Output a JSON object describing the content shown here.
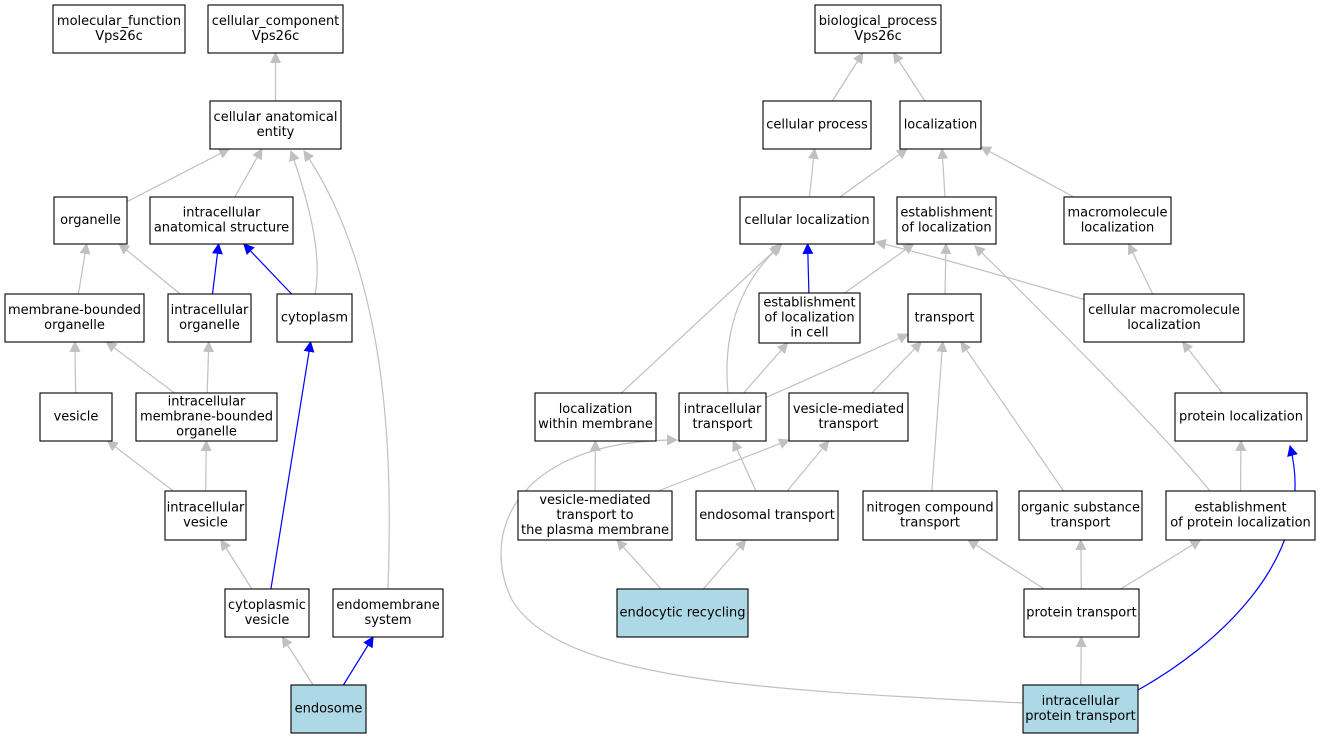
{
  "colors": {
    "background": "#ffffff",
    "node_fill": "#ffffff",
    "highlight_fill": "#add8e6",
    "node_border": "#000000",
    "edge_default": "#c0c0c0",
    "edge_highlight": "#0000ff"
  },
  "nodes": [
    {
      "id": "molecular_function",
      "lines": [
        "molecular_function",
        "Vps26c"
      ],
      "highlighted": false
    },
    {
      "id": "cellular_component",
      "lines": [
        "cellular_component",
        "Vps26c"
      ],
      "highlighted": false
    },
    {
      "id": "biological_process",
      "lines": [
        "biological_process",
        "Vps26c"
      ],
      "highlighted": false
    },
    {
      "id": "cellular_anatomical_entity",
      "lines": [
        "cellular anatomical",
        "entity"
      ],
      "highlighted": false
    },
    {
      "id": "organelle",
      "lines": [
        "organelle"
      ],
      "highlighted": false
    },
    {
      "id": "intracellular_anatomical_structure",
      "lines": [
        "intracellular",
        "anatomical structure"
      ],
      "highlighted": false
    },
    {
      "id": "membrane_bounded_organelle",
      "lines": [
        "membrane-bounded",
        "organelle"
      ],
      "highlighted": false
    },
    {
      "id": "intracellular_organelle",
      "lines": [
        "intracellular",
        "organelle"
      ],
      "highlighted": false
    },
    {
      "id": "cytoplasm",
      "lines": [
        "cytoplasm"
      ],
      "highlighted": false
    },
    {
      "id": "vesicle",
      "lines": [
        "vesicle"
      ],
      "highlighted": false
    },
    {
      "id": "intracellular_mb_organelle",
      "lines": [
        "intracellular",
        "membrane-bounded",
        "organelle"
      ],
      "highlighted": false
    },
    {
      "id": "intracellular_vesicle",
      "lines": [
        "intracellular",
        "vesicle"
      ],
      "highlighted": false
    },
    {
      "id": "cytoplasmic_vesicle",
      "lines": [
        "cytoplasmic",
        "vesicle"
      ],
      "highlighted": false
    },
    {
      "id": "endomembrane_system",
      "lines": [
        "endomembrane",
        "system"
      ],
      "highlighted": false
    },
    {
      "id": "endosome",
      "lines": [
        "endosome"
      ],
      "highlighted": true
    },
    {
      "id": "cellular_process",
      "lines": [
        "cellular process"
      ],
      "highlighted": false
    },
    {
      "id": "localization",
      "lines": [
        "localization"
      ],
      "highlighted": false
    },
    {
      "id": "cellular_localization",
      "lines": [
        "cellular localization"
      ],
      "highlighted": false
    },
    {
      "id": "establishment_of_localization",
      "lines": [
        "establishment",
        "of localization"
      ],
      "highlighted": false
    },
    {
      "id": "macromolecule_localization",
      "lines": [
        "macromolecule",
        "localization"
      ],
      "highlighted": false
    },
    {
      "id": "establishment_of_localization_in_cell",
      "lines": [
        "establishment",
        "of localization",
        "in cell"
      ],
      "highlighted": false
    },
    {
      "id": "transport",
      "lines": [
        "transport"
      ],
      "highlighted": false
    },
    {
      "id": "cellular_macromolecule_localization",
      "lines": [
        "cellular macromolecule",
        "localization"
      ],
      "highlighted": false
    },
    {
      "id": "localization_within_membrane",
      "lines": [
        "localization",
        "within membrane"
      ],
      "highlighted": false
    },
    {
      "id": "intracellular_transport",
      "lines": [
        "intracellular",
        "transport"
      ],
      "highlighted": false
    },
    {
      "id": "vesicle_mediated_transport",
      "lines": [
        "vesicle-mediated",
        "transport"
      ],
      "highlighted": false
    },
    {
      "id": "protein_localization",
      "lines": [
        "protein localization"
      ],
      "highlighted": false
    },
    {
      "id": "vmt_to_plasma_membrane",
      "lines": [
        "vesicle-mediated",
        "transport to",
        "the plasma membrane"
      ],
      "highlighted": false
    },
    {
      "id": "endosomal_transport",
      "lines": [
        "endosomal transport"
      ],
      "highlighted": false
    },
    {
      "id": "nitrogen_compound_transport",
      "lines": [
        "nitrogen compound",
        "transport"
      ],
      "highlighted": false
    },
    {
      "id": "organic_substance_transport",
      "lines": [
        "organic substance",
        "transport"
      ],
      "highlighted": false
    },
    {
      "id": "establishment_of_protein_localization",
      "lines": [
        "establishment",
        "of protein localization"
      ],
      "highlighted": false
    },
    {
      "id": "endocytic_recycling",
      "lines": [
        "endocytic recycling"
      ],
      "highlighted": true
    },
    {
      "id": "protein_transport",
      "lines": [
        "protein transport"
      ],
      "highlighted": false
    },
    {
      "id": "intracellular_protein_transport",
      "lines": [
        "intracellular",
        "protein transport"
      ],
      "highlighted": true
    }
  ],
  "edges": [
    {
      "from": "cellular_anatomical_entity",
      "to": "cellular_component",
      "highlight": false
    },
    {
      "from": "organelle",
      "to": "cellular_anatomical_entity",
      "highlight": false
    },
    {
      "from": "intracellular_anatomical_structure",
      "to": "cellular_anatomical_entity",
      "highlight": false
    },
    {
      "from": "cytoplasm",
      "to": "cellular_anatomical_entity",
      "highlight": false
    },
    {
      "from": "endomembrane_system",
      "to": "cellular_anatomical_entity",
      "highlight": false
    },
    {
      "from": "membrane_bounded_organelle",
      "to": "organelle",
      "highlight": false
    },
    {
      "from": "intracellular_organelle",
      "to": "organelle",
      "highlight": false
    },
    {
      "from": "intracellular_organelle",
      "to": "intracellular_anatomical_structure",
      "highlight": true
    },
    {
      "from": "cytoplasm",
      "to": "intracellular_anatomical_structure",
      "highlight": true
    },
    {
      "from": "vesicle",
      "to": "membrane_bounded_organelle",
      "highlight": false
    },
    {
      "from": "intracellular_mb_organelle",
      "to": "membrane_bounded_organelle",
      "highlight": false
    },
    {
      "from": "intracellular_mb_organelle",
      "to": "intracellular_organelle",
      "highlight": false
    },
    {
      "from": "intracellular_vesicle",
      "to": "vesicle",
      "highlight": false
    },
    {
      "from": "intracellular_vesicle",
      "to": "intracellular_mb_organelle",
      "highlight": false
    },
    {
      "from": "cytoplasmic_vesicle",
      "to": "intracellular_vesicle",
      "highlight": false
    },
    {
      "from": "cytoplasmic_vesicle",
      "to": "cytoplasm",
      "highlight": true
    },
    {
      "from": "endosome",
      "to": "cytoplasmic_vesicle",
      "highlight": false
    },
    {
      "from": "endosome",
      "to": "endomembrane_system",
      "highlight": true
    },
    {
      "from": "cellular_process",
      "to": "biological_process",
      "highlight": false
    },
    {
      "from": "localization",
      "to": "biological_process",
      "highlight": false
    },
    {
      "from": "cellular_localization",
      "to": "cellular_process",
      "highlight": false
    },
    {
      "from": "cellular_localization",
      "to": "localization",
      "highlight": false
    },
    {
      "from": "establishment_of_localization",
      "to": "localization",
      "highlight": false
    },
    {
      "from": "macromolecule_localization",
      "to": "localization",
      "highlight": false
    },
    {
      "from": "establishment_of_localization_in_cell",
      "to": "cellular_localization",
      "highlight": true
    },
    {
      "from": "establishment_of_localization_in_cell",
      "to": "establishment_of_localization",
      "highlight": false
    },
    {
      "from": "transport",
      "to": "establishment_of_localization",
      "highlight": false
    },
    {
      "from": "cellular_macromolecule_localization",
      "to": "cellular_localization",
      "highlight": false
    },
    {
      "from": "cellular_macromolecule_localization",
      "to": "macromolecule_localization",
      "highlight": false
    },
    {
      "from": "localization_within_membrane",
      "to": "cellular_localization",
      "highlight": false
    },
    {
      "from": "intracellular_transport",
      "to": "cellular_localization",
      "highlight": false
    },
    {
      "from": "intracellular_transport",
      "to": "establishment_of_localization_in_cell",
      "highlight": false
    },
    {
      "from": "intracellular_transport",
      "to": "transport",
      "highlight": false
    },
    {
      "from": "vesicle_mediated_transport",
      "to": "transport",
      "highlight": false
    },
    {
      "from": "protein_localization",
      "to": "cellular_macromolecule_localization",
      "highlight": false
    },
    {
      "from": "vmt_to_plasma_membrane",
      "to": "localization_within_membrane",
      "highlight": false
    },
    {
      "from": "vmt_to_plasma_membrane",
      "to": "vesicle_mediated_transport",
      "highlight": false
    },
    {
      "from": "endosomal_transport",
      "to": "intracellular_transport",
      "highlight": false
    },
    {
      "from": "endosomal_transport",
      "to": "vesicle_mediated_transport",
      "highlight": false
    },
    {
      "from": "nitrogen_compound_transport",
      "to": "transport",
      "highlight": false
    },
    {
      "from": "organic_substance_transport",
      "to": "transport",
      "highlight": false
    },
    {
      "from": "establishment_of_protein_localization",
      "to": "protein_localization",
      "highlight": false
    },
    {
      "from": "establishment_of_protein_localization",
      "to": "establishment_of_localization",
      "highlight": false
    },
    {
      "from": "endocytic_recycling",
      "to": "vmt_to_plasma_membrane",
      "highlight": false
    },
    {
      "from": "endocytic_recycling",
      "to": "endosomal_transport",
      "highlight": false
    },
    {
      "from": "protein_transport",
      "to": "nitrogen_compound_transport",
      "highlight": false
    },
    {
      "from": "protein_transport",
      "to": "organic_substance_transport",
      "highlight": false
    },
    {
      "from": "protein_transport",
      "to": "establishment_of_protein_localization",
      "highlight": false
    },
    {
      "from": "intracellular_protein_transport",
      "to": "protein_transport",
      "highlight": false
    },
    {
      "from": "intracellular_protein_transport",
      "to": "intracellular_transport",
      "highlight": false
    },
    {
      "from": "intracellular_protein_transport",
      "to": "protein_localization",
      "highlight": true
    }
  ]
}
